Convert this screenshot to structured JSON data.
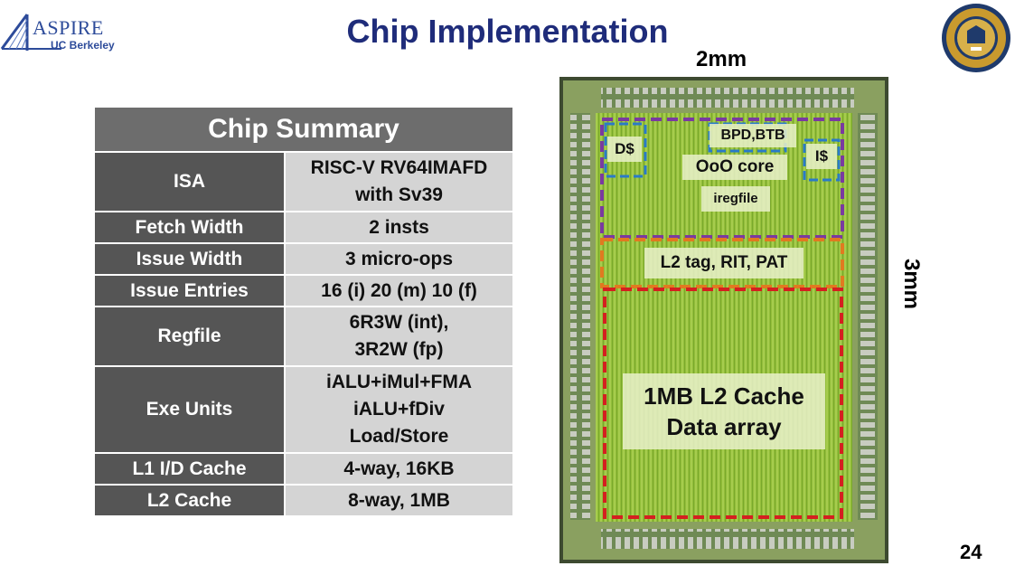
{
  "header": {
    "logo_text": "ASPIRE",
    "logo_subtext": "UC Berkeley",
    "title": "Chip Implementation",
    "seal_name": "university-seal-icon"
  },
  "table": {
    "heading": "Chip Summary",
    "rows": [
      {
        "label": "ISA",
        "lines": [
          "RISC-V RV64IMAFD",
          "with Sv39"
        ]
      },
      {
        "label": "Fetch Width",
        "lines": [
          "2 insts"
        ]
      },
      {
        "label": "Issue Width",
        "lines": [
          "3 micro-ops"
        ]
      },
      {
        "label": "Issue Entries",
        "lines": [
          "16 (i) 20 (m) 10 (f)"
        ]
      },
      {
        "label": "Regfile",
        "lines": [
          "6R3W (int),",
          "3R2W (fp)"
        ]
      },
      {
        "label": "Exe Units",
        "lines": [
          "iALU+iMul+FMA",
          "iALU+fDiv",
          "Load/Store"
        ]
      },
      {
        "label": "L1 I/D Cache",
        "lines": [
          "4-way, 16KB"
        ]
      },
      {
        "label": "L2 Cache",
        "lines": [
          "8-way, 1MB"
        ]
      }
    ]
  },
  "die": {
    "width_label": "2mm",
    "height_label": "3mm",
    "blocks": {
      "dcache": "D$",
      "bpd_btb": "BPD,BTB",
      "icache": "I$",
      "ooo_core": "OoO core",
      "iregfile": "iregfile",
      "l2_tag": "L2 tag, RIT, PAT",
      "l2_data_line1": "1MB L2 Cache",
      "l2_data_line2": "Data array"
    },
    "colors": {
      "core_outline": "#7a3aa0",
      "l2_tag_outline": "#e07a20",
      "l2_data_outline": "#d42020",
      "cache_outline": "#2a7ac8",
      "die_green": "#8fba38"
    }
  },
  "footer": {
    "page_number": "24"
  }
}
